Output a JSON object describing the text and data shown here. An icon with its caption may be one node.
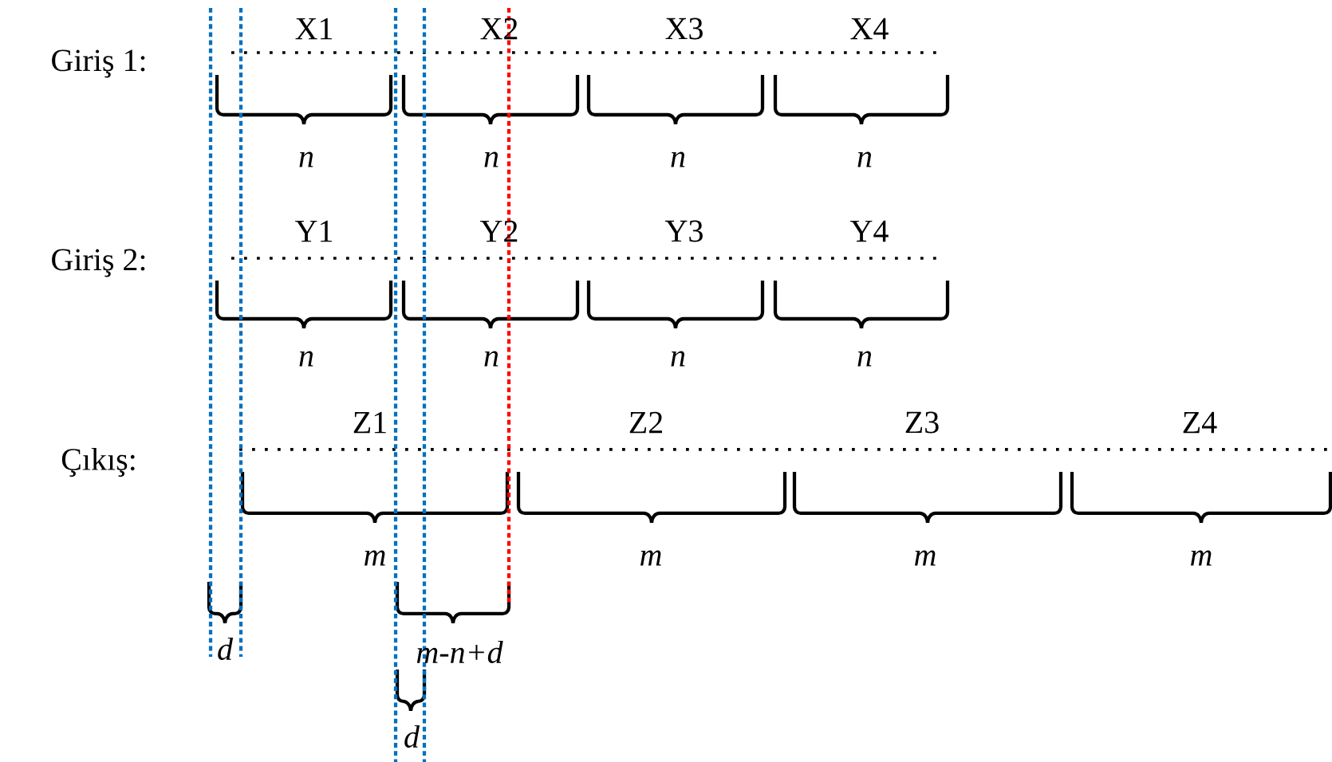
{
  "diagram": {
    "labels": [
      "X1",
      "X2",
      "X3",
      "X4",
      "Giriş 1:",
      "n",
      "n",
      "n",
      "n",
      "Y1",
      "Y2",
      "Y3",
      "Y4",
      "Giriş 2:",
      "n",
      "n",
      "n",
      "n",
      "Z1",
      "Z2",
      "Z3",
      "Z4",
      "Çıkış:",
      "m",
      "m",
      "m",
      "m",
      "d",
      "m-n+d",
      "d"
    ]
  }
}
